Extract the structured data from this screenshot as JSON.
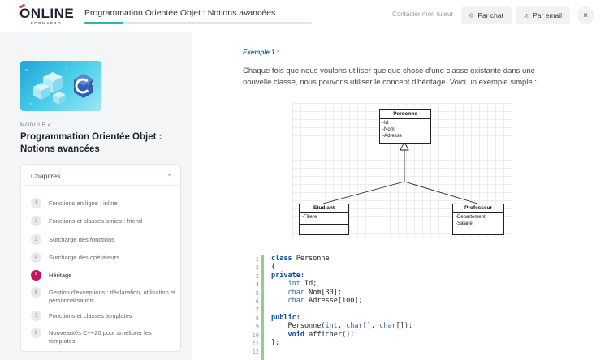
{
  "header": {
    "logo_main": "ONLINE",
    "logo_sub": "FORMAPRO",
    "course_title": "Programmation Orientée Objet : Notions avancées",
    "progress_percent": 17,
    "contact_label": "Contacter mon tuteur :",
    "chat_button": "Par chat",
    "email_button": "Par email",
    "close_glyph": "×"
  },
  "sidebar": {
    "module_label": "MODULE 4",
    "module_title": "Programmation Orientée Objet : Notions avancées",
    "chapters_title": "Chapitres",
    "chapters": [
      {
        "num": "1",
        "label": "Fonctions en ligne : inline",
        "active": false
      },
      {
        "num": "2",
        "label": "Fonctions et classes amies : friend",
        "active": false
      },
      {
        "num": "3",
        "label": "Surcharge des fonctions",
        "active": false
      },
      {
        "num": "4",
        "label": "Surcharge des opérateurs",
        "active": false
      },
      {
        "num": "5",
        "label": "Héritage",
        "active": true
      },
      {
        "num": "6",
        "label": "Gestion d'exceptions : déclaration, utilisation et personnalisation",
        "active": false
      },
      {
        "num": "7",
        "label": "Fonctions et classes templates",
        "active": false
      },
      {
        "num": "8",
        "label": "Nouveautés C++20 pour améliorer les templates",
        "active": false
      }
    ]
  },
  "main": {
    "example_title": "Exemple 1 :",
    "paragraph": "Chaque fois que nous voulons utiliser quelque chose d'une classe existante dans une nouvelle classe, nous pouvons utiliser le concept d'héritage. Voici un exemple simple :",
    "diagram": {
      "parent": {
        "name": "Personne",
        "attrs": [
          "-Id",
          "-Nom",
          "-Adresse"
        ]
      },
      "child_left": {
        "name": "Etudiant",
        "attrs": [
          "-Filiere"
        ]
      },
      "child_right": {
        "name": "Professeur",
        "attrs": [
          "-Departement",
          "-Salaire"
        ]
      }
    },
    "code_lines": [
      {
        "n": "1",
        "text": "class Personne"
      },
      {
        "n": "2",
        "text": "{"
      },
      {
        "n": "3",
        "text": "private:"
      },
      {
        "n": "4",
        "text": "    int Id;"
      },
      {
        "n": "5",
        "text": "    char Nom[30];"
      },
      {
        "n": "6",
        "text": "    char Adresse[100];"
      },
      {
        "n": "7",
        "text": ""
      },
      {
        "n": "8",
        "text": "public:"
      },
      {
        "n": "9",
        "text": "    Personne(int, char[], char[]);"
      },
      {
        "n": "10",
        "text": "    void afficher();"
      },
      {
        "n": "11",
        "text": "};"
      },
      {
        "n": "12",
        "text": ""
      }
    ]
  },
  "colors": {
    "accent_teal": "#2bb8b2",
    "active_chapter": "#c8135f",
    "example_title": "#1b6f86",
    "code_bar": "#8ed08a",
    "keyword": "#0b50a8"
  }
}
